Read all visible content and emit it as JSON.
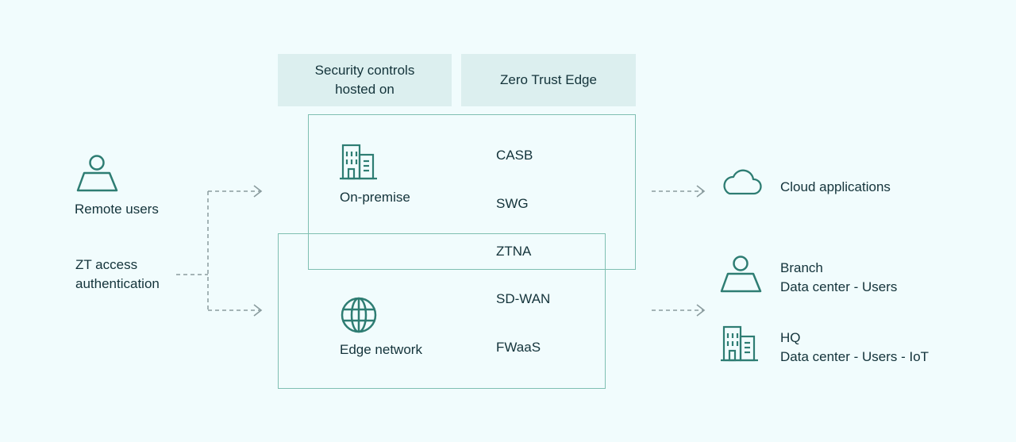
{
  "headers": {
    "security_controls": "Security controls hosted on",
    "zero_trust_edge": "Zero Trust Edge"
  },
  "left": {
    "remote_users": "Remote users",
    "zt_access_line1": "ZT access",
    "zt_access_line2": "authentication"
  },
  "center": {
    "on_premise": "On-premise",
    "edge_network": "Edge network",
    "services": [
      "CASB",
      "SWG",
      "ZTNA",
      "SD-WAN",
      "FWaaS"
    ]
  },
  "right": {
    "cloud_applications": "Cloud applications",
    "branch_title": "Branch",
    "branch_sub": "Data center - Users",
    "hq_title": "HQ",
    "hq_sub": "Data center - Users - IoT"
  },
  "icons": {
    "person": "person-icon",
    "building": "building-icon",
    "globe": "globe-icon",
    "cloud": "cloud-icon"
  },
  "colors": {
    "background": "#f1fcfd",
    "header_fill": "#dcefef",
    "accent": "#2e7d73",
    "box_border": "#7fbfb2",
    "arrow": "#8a9b9e"
  }
}
